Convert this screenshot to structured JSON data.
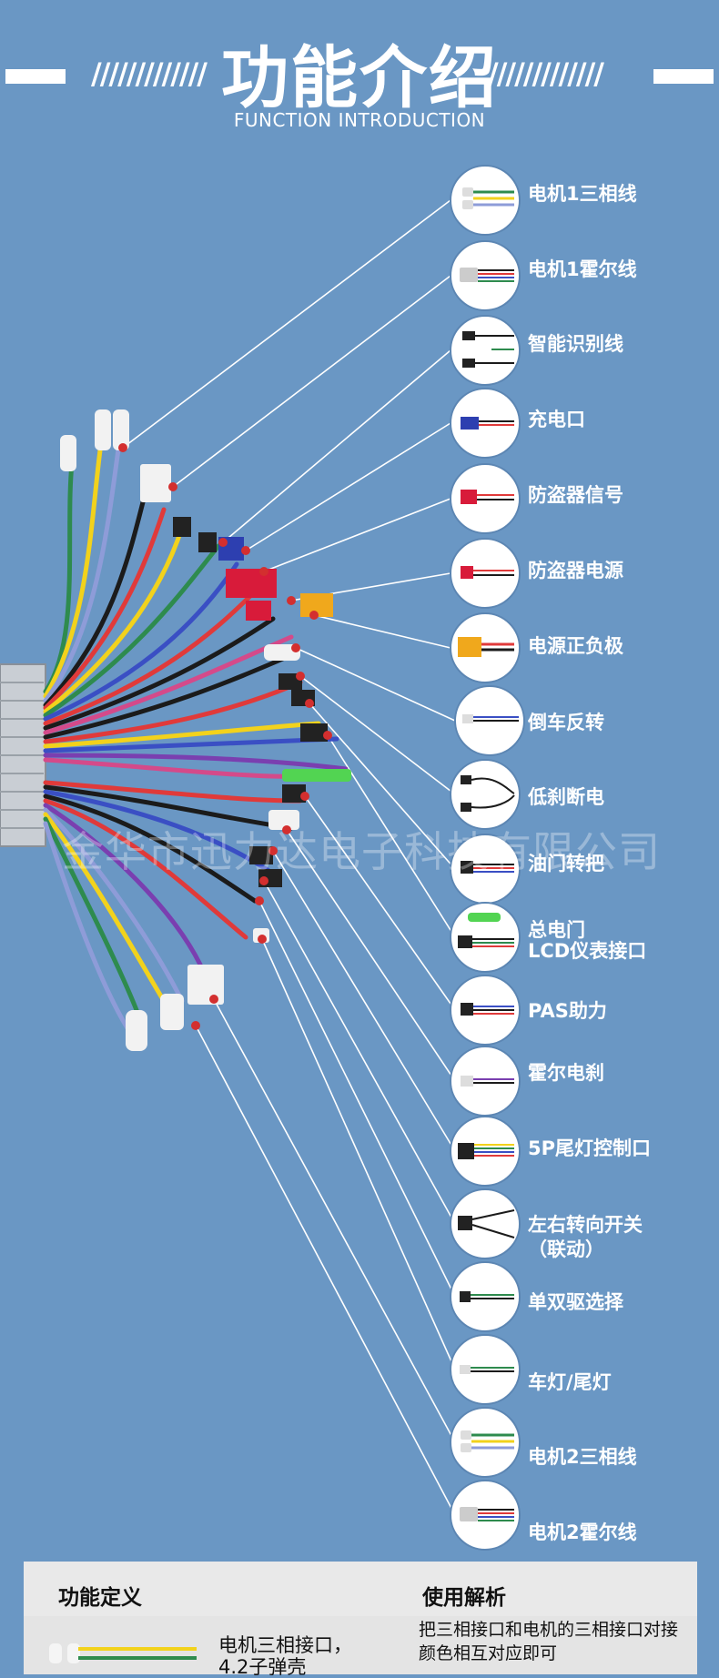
{
  "header": {
    "title": "功能介绍",
    "subtitle": "FUNCTION INTRODUCTION",
    "slashes": "/////////////"
  },
  "labels": [
    "电机1三相线",
    "电机1霍尔线",
    "智能识别线",
    "充电口",
    "防盗器信号",
    "防盗器电源",
    "电源正负极",
    "倒车反转",
    "低刹断电",
    "油门转把",
    "总电门",
    "LCD仪表接口",
    "PAS助力",
    "霍尔电刹",
    "5P尾灯控制口",
    "左右转向开关",
    "（联动）",
    "单双驱选择",
    "车灯/尾灯",
    "电机2三相线",
    "电机2霍尔线"
  ],
  "watermark": "金华市迅力达电子科技有限公司",
  "table": {
    "col1": "功能定义",
    "col2": "使用解析",
    "row1_def_line1": "电机三相接口，",
    "row1_def_line2": "4.2子弹壳",
    "row1_use": "把三相接口和电机的三相接口对接颜色相互对应即可"
  },
  "colors": {
    "background": "#6a97c4",
    "dot": "#d32f2f",
    "line": "#ffffff"
  }
}
